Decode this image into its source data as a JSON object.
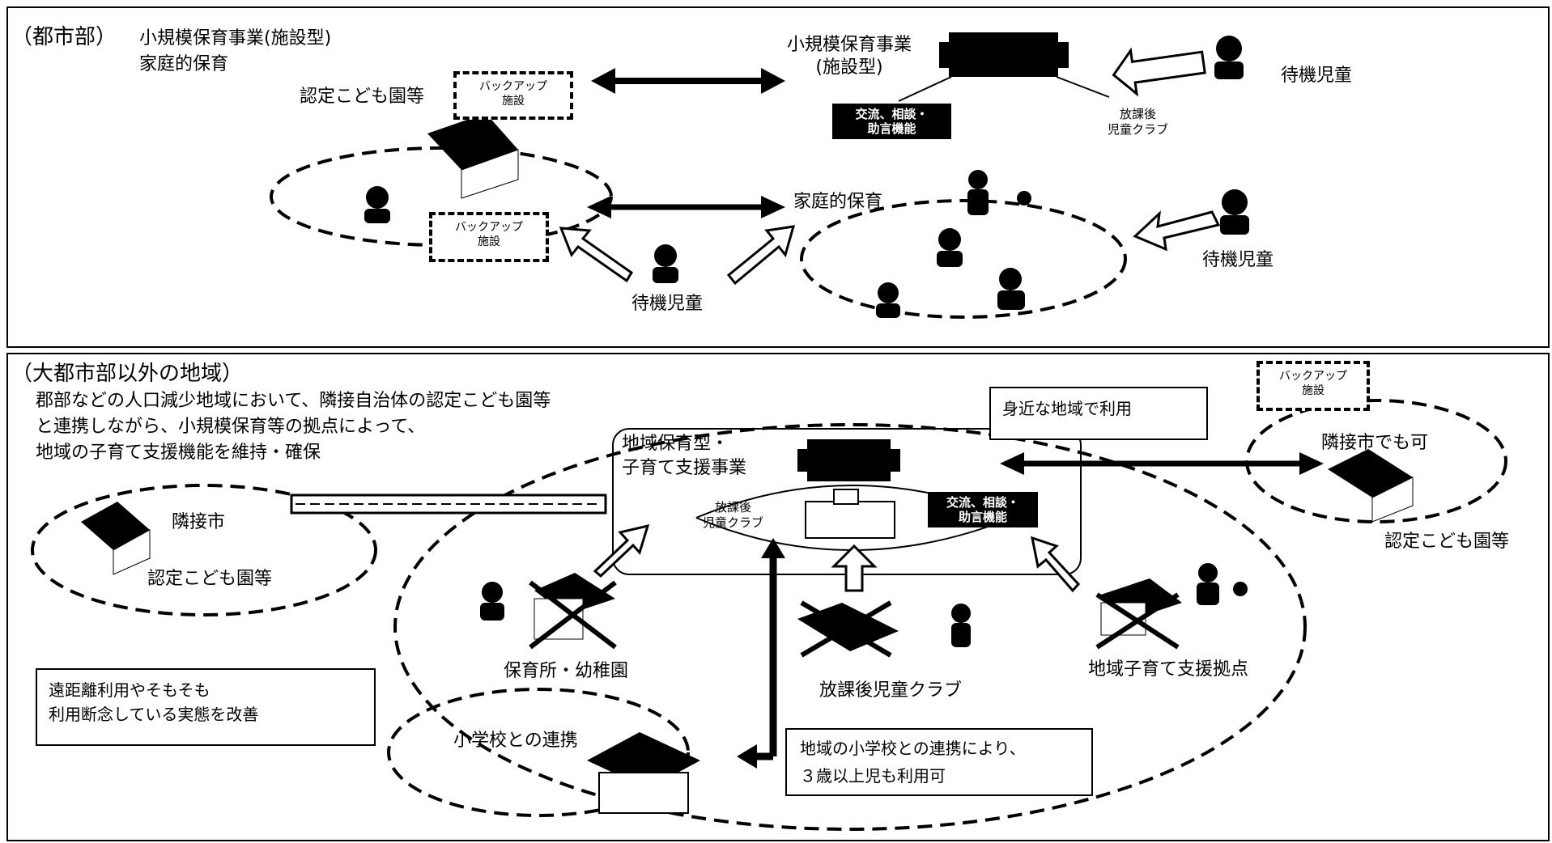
{
  "top": {
    "heading_urban": "（都市部）",
    "heading_title": "小規模保育事業(施設型)",
    "heading_sub": "家庭的保育",
    "certified_center": "認定こども園等",
    "backup_facility_1": "バックアップ\n施設",
    "backup_facility_2": "バックアップ\n施設",
    "small_scale_title": "小規模保育事業\n(施設型)",
    "exchange_badge": "交流、相談・\n助言機能",
    "afterschool_club": "放課後\n児童クラブ",
    "waiting_children_right": "待機児童",
    "home_based_care": "家庭的保育",
    "waiting_children_right2": "待機児童",
    "waiting_children_bottom": "待機児童"
  },
  "bottom": {
    "heading": "（大都市部以外の地域）",
    "description": "郡部などの人口減少地域において、隣接自治体の認定こども園等\nと連携しながら、小規模保育等の拠点によって、\n地域の子育て支援機能を維持・確保",
    "neighbor_city": "隣接市",
    "neighbor_certified": "認定こども園等",
    "local_use": "身近な地域で利用",
    "regional_type": "地域保育型・\n子育て支援事業",
    "afterschool_club_inner": "放課後\n児童クラブ",
    "exchange_badge": "交流、相談・\n助言機能",
    "backup_facility": "バックアップ\n施設",
    "neighbor_city_ok": "隣接市でも可",
    "right_certified": "認定こども園等",
    "nursery_kindergarten": "保育所・幼稚園",
    "afterschool_club_label": "放課後児童クラブ",
    "regional_support_hub": "地域子育て支援拠点",
    "improve_box": "遠距離利用やそもそも\n利用断念している実態を改善",
    "school_collab": "小学校との連携",
    "school_box": "地域の小学校との連携により、\n３歳以上児も利用可"
  }
}
